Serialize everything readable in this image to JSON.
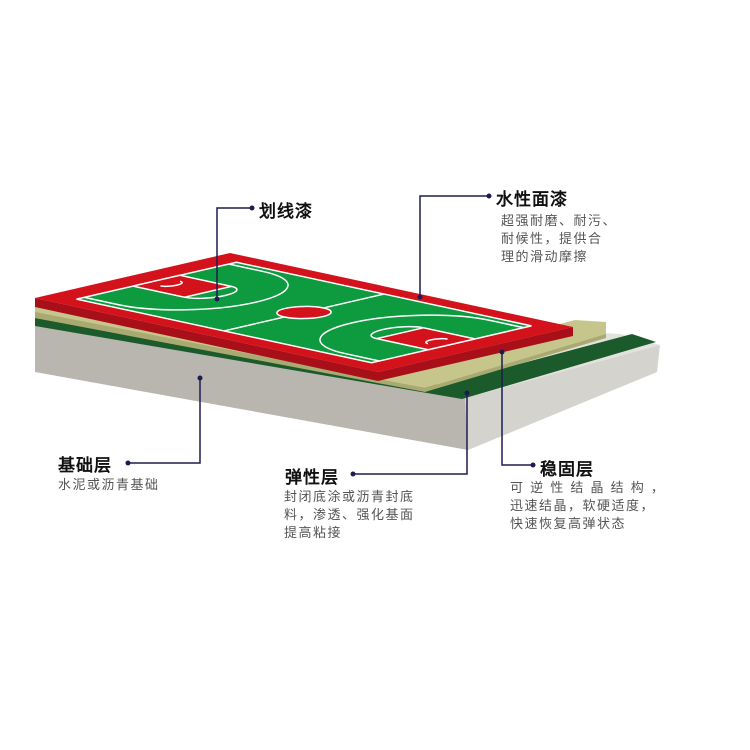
{
  "callouts": {
    "line_paint": {
      "title": "划线漆"
    },
    "topcoat": {
      "title": "水性面漆",
      "lines": [
        "超强耐磨、耐污、",
        "耐候性，提供合",
        "理的滑动摩擦"
      ]
    },
    "base": {
      "title": "基础层",
      "lines": [
        "水泥或沥青基础"
      ]
    },
    "elastic": {
      "title": "弹性层",
      "lines": [
        "封闭底涂或沥青封底",
        "料，渗透、强化基面",
        "提高粘接"
      ]
    },
    "stable": {
      "title": "稳固层",
      "lines": [
        "可 逆 性 结 晶 结 构 ，",
        "迅速结晶，软硬适度，",
        "快速恢复高弹状态"
      ]
    }
  },
  "colors": {
    "court_red": "#d4121c",
    "court_green": "#0e9a3e",
    "elastic_khaki": "#c6c68c",
    "stable_green": "#1b5a2a",
    "base_gray": "#d8d7d1",
    "leader": "#1c1c52"
  }
}
